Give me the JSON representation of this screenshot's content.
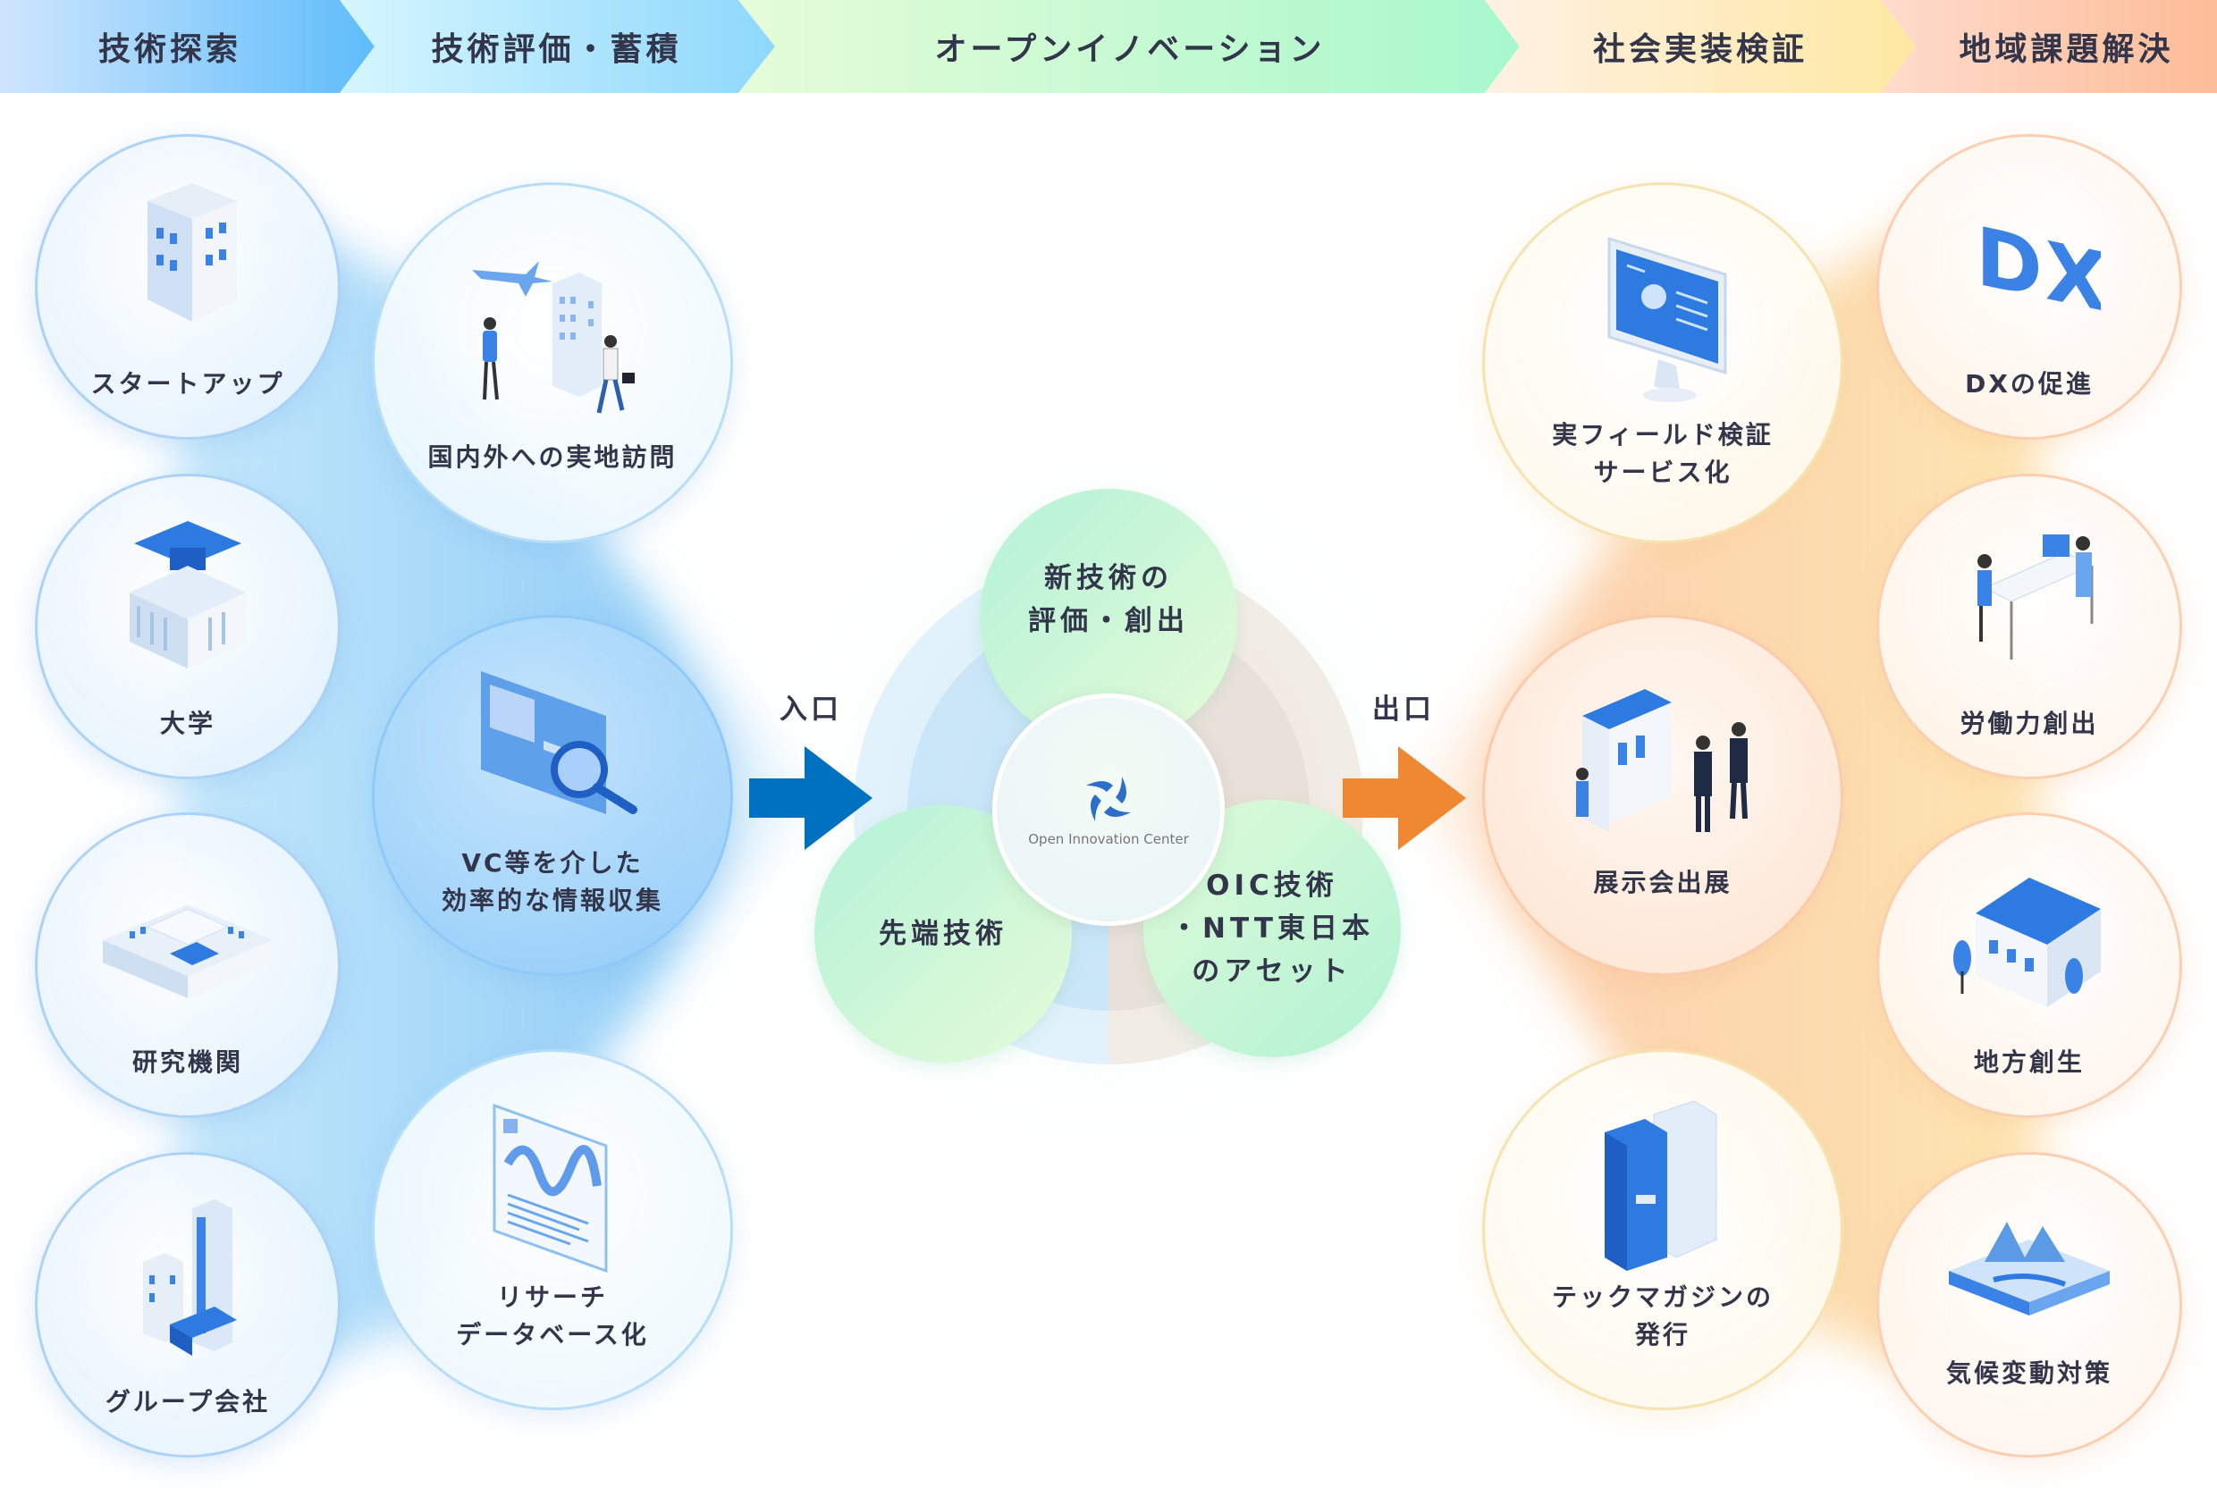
{
  "header": {
    "stages": [
      "技術探索",
      "技術評価・蓄積",
      "オープンイノベーション",
      "社会実装検証",
      "地域課題解決"
    ]
  },
  "sources": [
    {
      "label": "スタートアップ",
      "icon": "office-building-icon"
    },
    {
      "label": "大学",
      "icon": "university-icon"
    },
    {
      "label": "研究機関",
      "icon": "research-facility-icon"
    },
    {
      "label": "グループ会社",
      "icon": "group-company-building-icon"
    }
  ],
  "activities": [
    {
      "lines": [
        "国内外への実地訪問"
      ],
      "icon": "business-travel-icon"
    },
    {
      "lines": [
        "VC等を介した",
        "効率的な情報収集"
      ],
      "icon": "search-web-icon"
    },
    {
      "lines": [
        "リサーチ",
        "データベース化"
      ],
      "icon": "research-document-icon"
    }
  ],
  "center": {
    "entry_label": "入口",
    "exit_label": "出口",
    "top": [
      "新技術の",
      "評価・創出"
    ],
    "left": [
      "先端技術"
    ],
    "right": [
      "OIC技術",
      "・NTT東日本",
      "のアセット"
    ],
    "logo_text": "Open Innovation Center"
  },
  "outputs": [
    {
      "lines": [
        "実フィールド検証",
        "サービス化"
      ],
      "icon": "monitor-icon"
    },
    {
      "lines": [
        "展示会出展"
      ],
      "icon": "exhibition-booth-icon"
    },
    {
      "lines": [
        "テックマガジンの",
        "発行"
      ],
      "icon": "magazine-icon"
    }
  ],
  "solutions": [
    {
      "label": "DXの促進",
      "icon": "dx-icon"
    },
    {
      "label": "労働力創出",
      "icon": "reception-desk-icon"
    },
    {
      "label": "地方創生",
      "icon": "house-icon"
    },
    {
      "label": "気候変動対策",
      "icon": "climate-landscape-icon"
    }
  ],
  "colors": {
    "entry_arrow": "#0070c0",
    "exit_arrow": "#ee8833",
    "text": "#33354a"
  }
}
